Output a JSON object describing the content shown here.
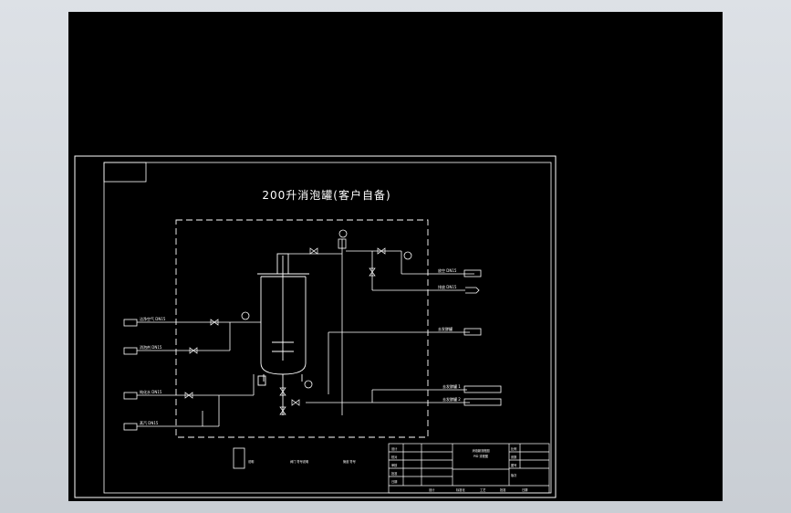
{
  "diagram": {
    "title": "200升消泡罐(客户自备)",
    "title_block": {
      "drawing_name_line1": "消泡罐流程图",
      "drawing_name_line2": "PID 流程图",
      "row_labels": [
        "设计",
        "校对",
        "审核",
        "批准",
        "日期"
      ],
      "right_labels": [
        "比例",
        "张数",
        "图号",
        "版次"
      ],
      "footer": [
        "设计",
        "标准化",
        "工艺",
        "批准",
        "日期"
      ]
    },
    "streams_left": [
      "洁净空气 DN15",
      "消泡剂 DN15",
      "纯化水 DN15",
      "蒸汽 DN15"
    ],
    "streams_right": [
      "放空 DN15",
      "排放 DN15",
      "去发酵罐",
      "去发酵罐 1",
      "去发酵罐 2"
    ],
    "legend_note": "说明",
    "bottom_notes": [
      "阀门 符号说明",
      "管道 符号"
    ],
    "colors": {
      "line": "#ffffff",
      "background": "#000000",
      "window": "#d4d8dd"
    }
  }
}
